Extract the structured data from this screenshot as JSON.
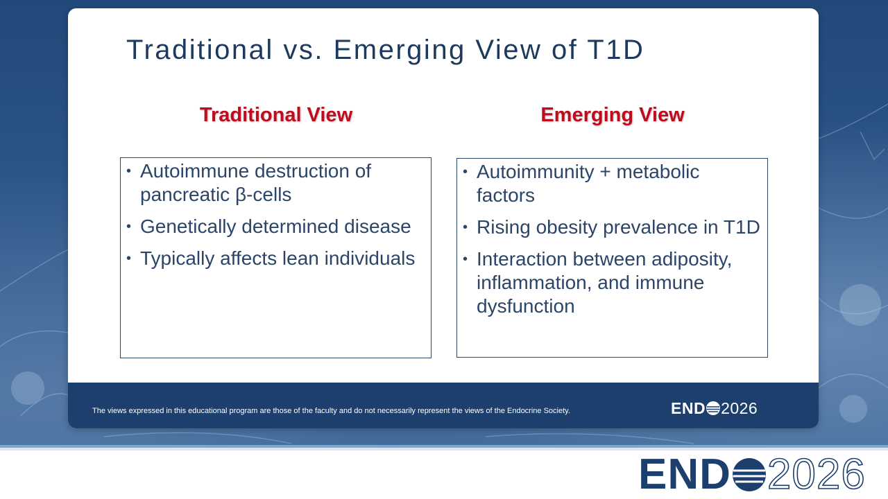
{
  "slide": {
    "title": "Traditional vs. Emerging View of T1D"
  },
  "traditional": {
    "heading": "Traditional View",
    "bullets": [
      "Autoimmune destruction of pancreatic β-cells",
      "Genetically determined disease",
      "Typically affects lean individuals"
    ]
  },
  "emerging": {
    "heading": "Emerging View",
    "bullets": [
      "Autoimmunity + metabolic factors",
      "Rising obesity prevalence in T1D",
      "Interaction between adiposity, inflammation, and immune dysfunction"
    ]
  },
  "footer": {
    "disclaimer": "The views expressed in this educational program are those of the faculty and do not necessarily represent the views of the Endocrine Society."
  },
  "branding": {
    "logo_word": "END",
    "logo_year": "2026"
  },
  "colors": {
    "title": "#1d3a5e",
    "heading_red": "#c00a1e",
    "footer_band": "#1c3f6e",
    "background_blue": "#2a5283"
  },
  "icons": {
    "logo_o": "globe-icon"
  }
}
